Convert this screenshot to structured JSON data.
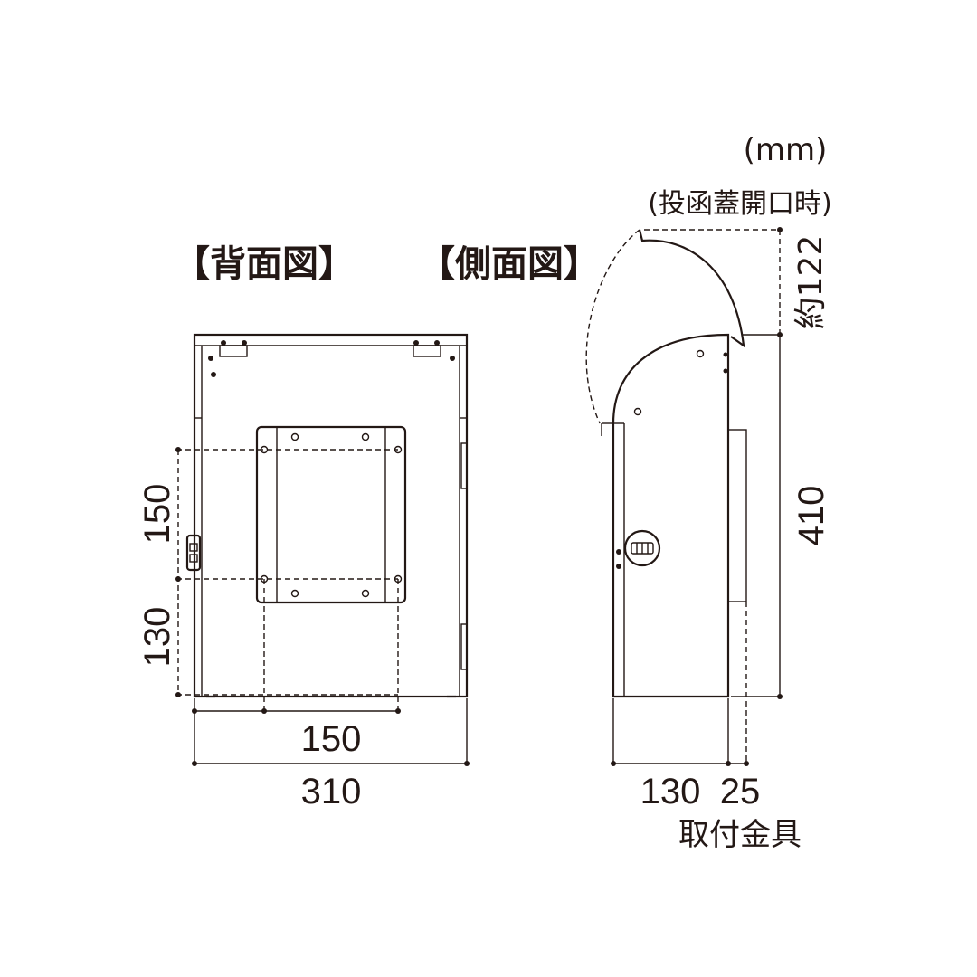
{
  "unit_note": "(mm)",
  "open_note": "(投函蓋開口時)",
  "back_view": {
    "title": "【背面図】",
    "dim_height_upper": "150",
    "dim_height_lower": "130",
    "dim_width_inner": "150",
    "dim_width_total": "310"
  },
  "side_view": {
    "title": "【側面図】",
    "dim_depth": "130",
    "dim_bracket": "25",
    "bracket_label": "取付金具",
    "dim_height": "410",
    "dim_open_height": "約122"
  },
  "colors": {
    "line": "#231815",
    "background": "#ffffff"
  }
}
